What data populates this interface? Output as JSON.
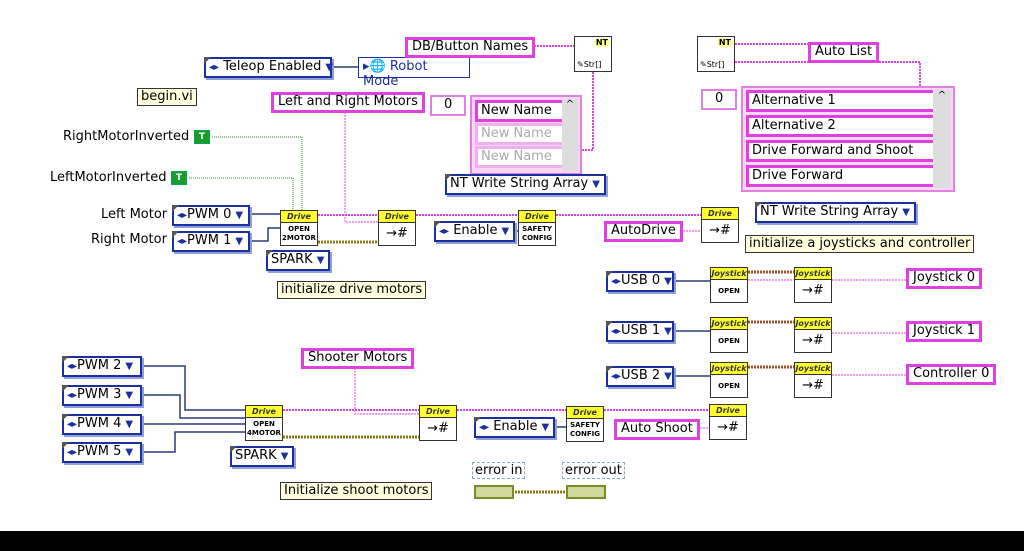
{
  "rings": {
    "teleop": "Teleop Enabled",
    "pwm0": "PWM 0",
    "pwm1": "PWM 1",
    "spark1": "SPARK",
    "enable1": "Enable",
    "usb0": "USB 0",
    "usb1": "USB 1",
    "usb2": "USB 2",
    "pwm2": "PWM 2",
    "pwm3": "PWM 3",
    "pwm4": "PWM 4",
    "pwm5": "PWM 5",
    "spark2": "SPARK",
    "enable2": "Enable",
    "ntwrite1": "NT Write String Array",
    "ntwrite2": "NT Write String Array"
  },
  "robot_mode": "Robot Mode",
  "strings": {
    "db_button": "DB/Button Names",
    "auto_list": "Auto List",
    "left_right": "Left and Right Motors",
    "autodrive": "AutoDrive",
    "joy0": "Joystick 0",
    "joy1": "Joystick 1",
    "ctrl0": "Controller 0",
    "shooter": "Shooter Motors",
    "autoshoot": "Auto Shoot"
  },
  "comments": {
    "begin": "begin.vi",
    "init_drive": "initialize drive motors",
    "init_joy": "initialize a joysticks and controller",
    "init_shoot": "Initialize shoot motors"
  },
  "labels": {
    "right_inv": "RightMotorInverted",
    "left_inv": "LeftMotorInverted",
    "left_motor": "Left Motor",
    "right_motor": "Right Motor",
    "error_in": "error in",
    "error_out": "error out",
    "bool_t": "T"
  },
  "array1": {
    "index": "0",
    "items": [
      "New Name",
      "New Name",
      "New Name"
    ]
  },
  "array2": {
    "index": "0",
    "items": [
      "Alternative 1",
      "Alternative 2",
      "Drive Forward and  Shoot",
      "Drive Forward"
    ]
  },
  "vis": {
    "drive": "Drive",
    "joystick": "Joystick",
    "open": "OPEN",
    "open2": "OPEN 2MOTOR",
    "open4": "OPEN 4MOTOR",
    "safety": "SAFETY CONFIG",
    "ref": "→#",
    "nt": "NT",
    "str_arr": "Str[]"
  },
  "colors": {
    "refnum_wire": "#e040e0",
    "enum": "#1a2fa0",
    "bool": "#1d9a2a",
    "vi_header": "#ffff30"
  }
}
